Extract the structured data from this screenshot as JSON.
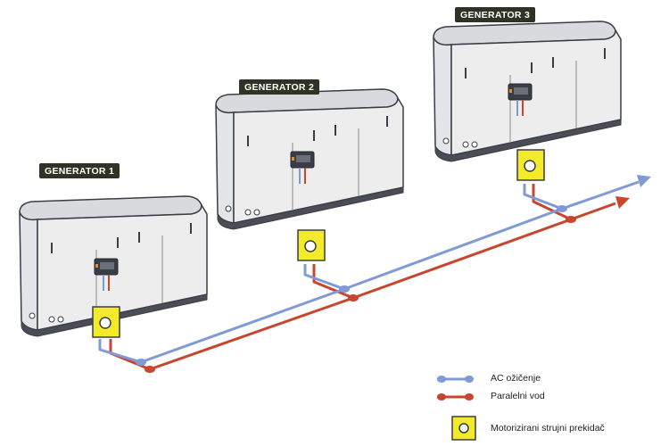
{
  "generators": [
    {
      "label": "GENERATOR 1"
    },
    {
      "label": "GENERATOR 2"
    },
    {
      "label": "GENERATOR 3"
    }
  ],
  "legend": {
    "ac_wiring": "AC ožičenje",
    "parallel_line": "Paralelni vod",
    "breaker": "Motorizirani strujni prekidač"
  },
  "colors": {
    "ac_wiring": "#7f9ad6",
    "parallel_line": "#c7462e",
    "breaker_fill": "#f3ea2a",
    "housing": "#ececee",
    "outline": "#3a3d45",
    "label_bg": "#2d3426"
  }
}
